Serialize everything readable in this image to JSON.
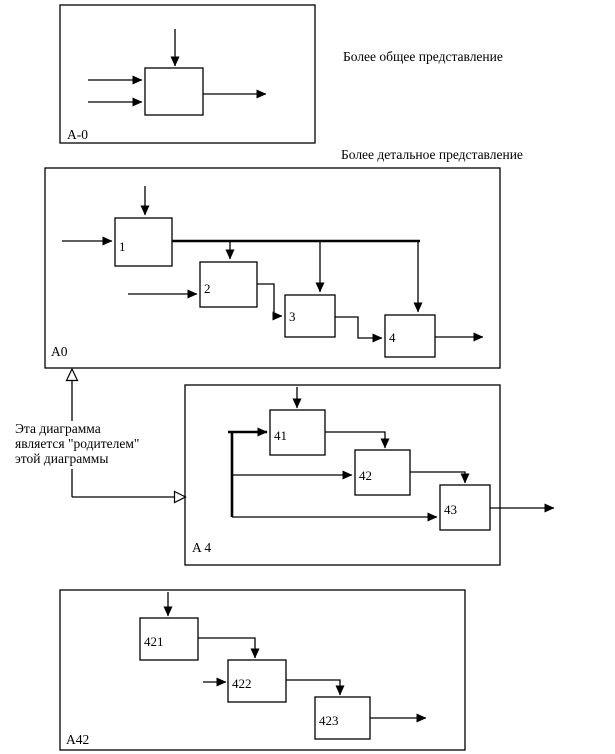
{
  "captions": {
    "more_general": "Более общее представление",
    "more_detailed": "Более детальное представление"
  },
  "parent_note": {
    "line1": "Эта диаграмма",
    "line2": "является \"родителем\"",
    "line3": "этой диаграммы"
  },
  "frames": {
    "context": {
      "label": "A-0"
    },
    "a0": {
      "label": "A0",
      "boxes": [
        "1",
        "2",
        "3",
        "4"
      ]
    },
    "a4": {
      "label": "A 4",
      "boxes": [
        "41",
        "42",
        "43"
      ]
    },
    "a42": {
      "label": "A42",
      "boxes": [
        "421",
        "422",
        "423"
      ]
    }
  },
  "colors": {
    "line": "#000000",
    "background": "#ffffff"
  }
}
